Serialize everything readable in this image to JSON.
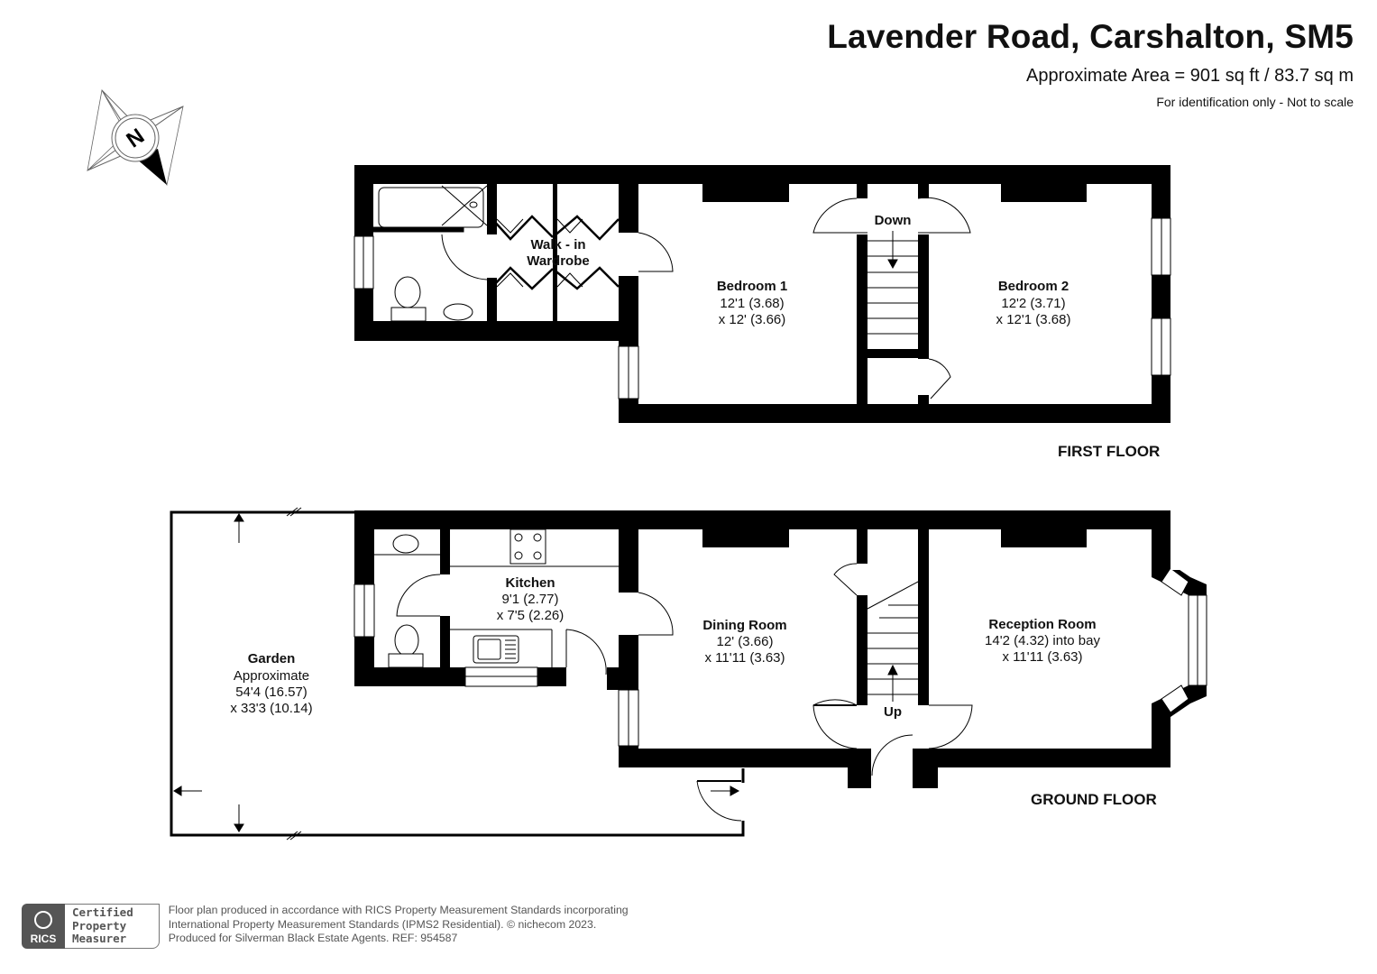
{
  "header": {
    "title": "Lavender Road, Carshalton, SM5",
    "area": "Approximate Area = 901 sq ft / 83.7 sq m",
    "note": "For identification only - Not to scale"
  },
  "compass": {
    "label": "N",
    "icon": "compass-north-icon"
  },
  "first_floor": {
    "label": "FIRST FLOOR",
    "rooms": [
      {
        "name": "Walk - in",
        "name2": "Wardrobe"
      },
      {
        "name": "Bedroom 1",
        "dim1": "12'1 (3.68)",
        "dim2": "x 12' (3.66)"
      },
      {
        "name": "Bedroom 2",
        "dim1": "12'2 (3.71)",
        "dim2": "x 12'1 (3.68)"
      }
    ],
    "stairs_label": "Down"
  },
  "ground_floor": {
    "label": "GROUND FLOOR",
    "rooms": [
      {
        "name": "Garden",
        "qualifier": "Approximate",
        "dim1": "54'4 (16.57)",
        "dim2": "x 33'3 (10.14)"
      },
      {
        "name": "Kitchen",
        "dim1": "9'1 (2.77)",
        "dim2": "x 7'5 (2.26)"
      },
      {
        "name": "Dining Room",
        "dim1": "12' (3.66)",
        "dim2": "x 11'11 (3.63)"
      },
      {
        "name": "Reception Room",
        "dim1": "14'2 (4.32) into bay",
        "dim2": "x 11'11 (3.63)"
      }
    ],
    "stairs_label": "Up"
  },
  "footer": {
    "badge_org": "RICS",
    "badge_lines": [
      "Certified",
      "Property",
      "Measurer"
    ],
    "text_lines": [
      "Floor plan produced in accordance with RICS Property Measurement Standards incorporating",
      "International Property Measurement Standards (IPMS2 Residential).   © nichecom 2023.",
      "Produced for Silverman Black Estate Agents.   REF:  954587"
    ]
  },
  "colors": {
    "wall": "#000000",
    "text": "#111111",
    "footer_text": "#555555",
    "background": "#ffffff"
  }
}
